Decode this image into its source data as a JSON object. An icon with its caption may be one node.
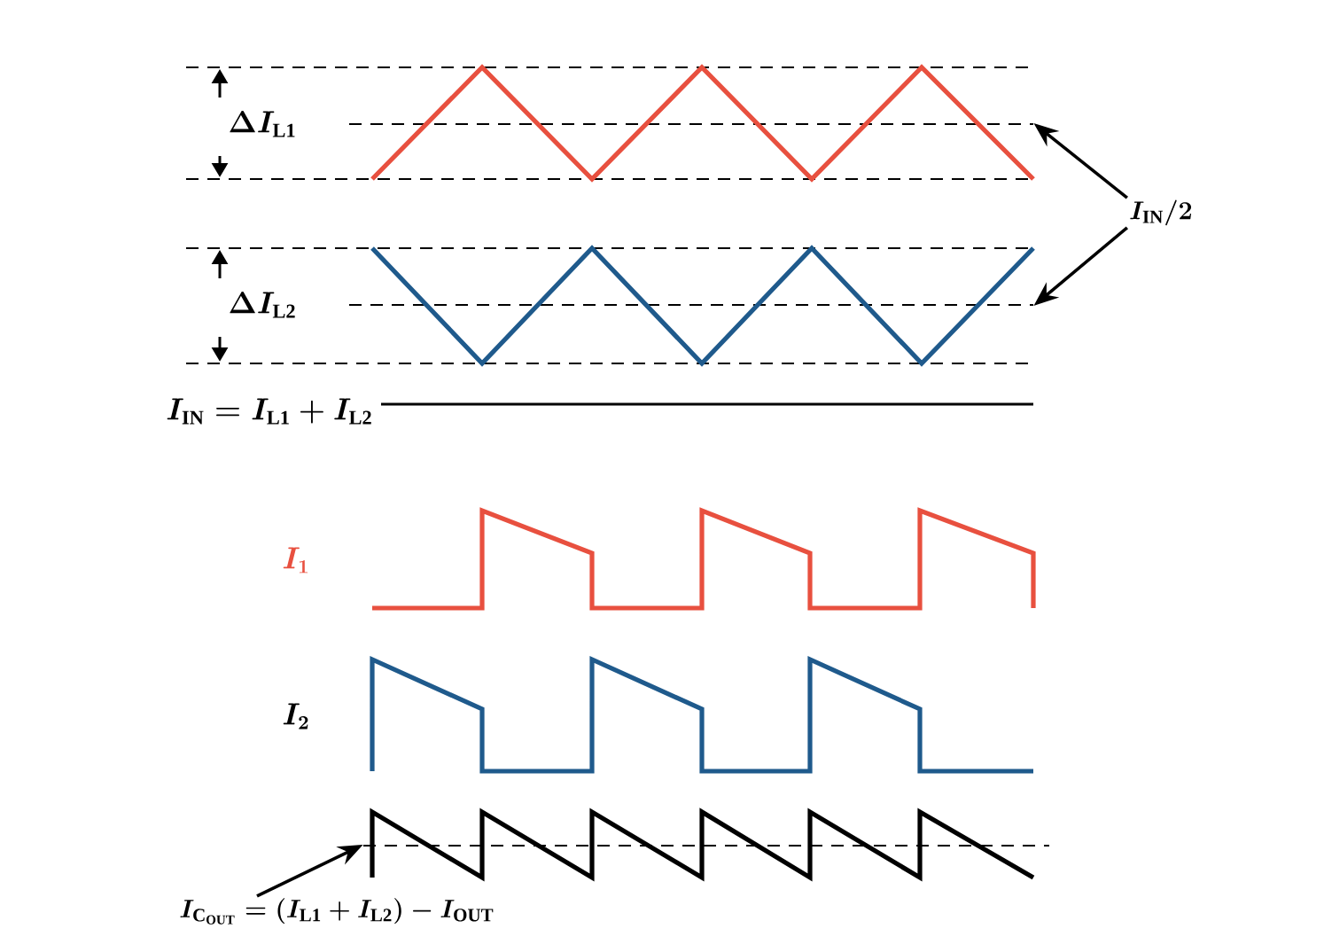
{
  "diagram": {
    "nodes": [
      {
        "text": [
          "I_{\\mathrm{IN}} / 2"
        ]
      },
      {
        "text": [],
        "shape": "waveform"
      },
      {
        "text": [],
        "shape": "waveform"
      },
      {
        "text": [
          "I_{\\mathrm{C}_{\\mathrm{OUT}}} = ( I_{\\mathrm{L1}} + I_{\\mathrm{L2}} ) - I_{\\mathrm{OUT}}"
        ]
      },
      {
        "text": [],
        "shape": "waveform"
      }
    ],
    "edges": [
      {
        "from": 0,
        "to": 1,
        "arrow": "to"
      },
      {
        "from": 0,
        "to": 2,
        "arrow": "to"
      },
      {
        "from": 3,
        "to": 4,
        "arrow": "to"
      }
    ],
    "labels": [
      "\\Delta I_{\\mathrm{L1}}",
      "\\Delta I_{\\mathrm{L2}}",
      "I_{\\mathrm{IN}} = I_{\\mathrm{L1}} + I_{\\mathrm{L2}}",
      "I_{1}",
      "I_{2}"
    ]
  }
}
